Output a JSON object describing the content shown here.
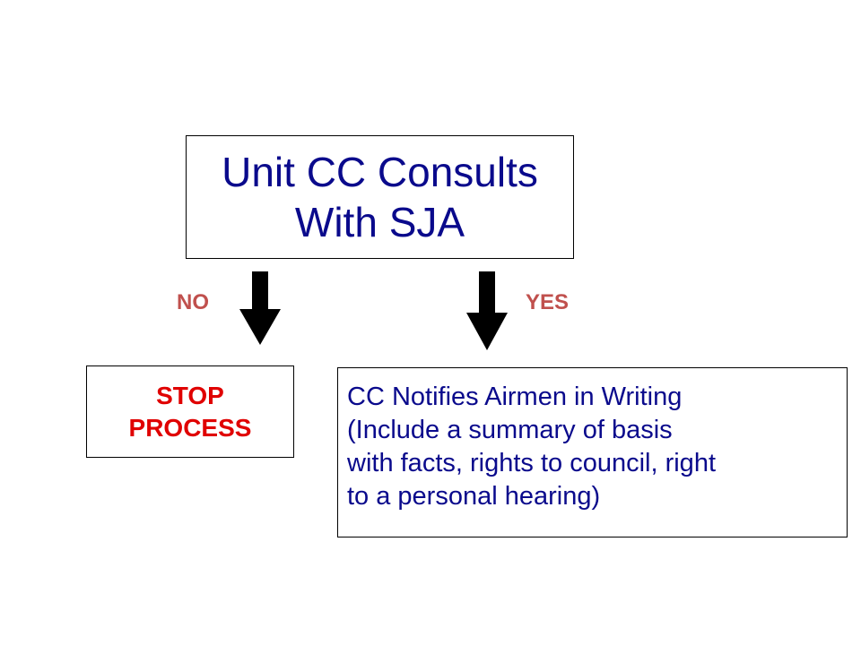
{
  "diagram": {
    "top_box": {
      "lines": [
        "Unit CC Consults",
        "With SJA"
      ]
    },
    "no_branch": {
      "label": "NO",
      "box_lines": [
        "STOP",
        "PROCESS"
      ]
    },
    "yes_branch": {
      "label": "YES",
      "box_lines": [
        "CC Notifies Airmen  in Writing",
        "(Include a summary of basis",
        "with facts, rights to council, right",
        "to a personal hearing)"
      ]
    },
    "colors": {
      "box_text": "#0a0a8c",
      "stop_text": "#e00000",
      "branch_label": "#c0504d",
      "arrow": "#000000"
    },
    "icons": [
      "down-arrow-icon",
      "down-arrow-icon"
    ]
  }
}
